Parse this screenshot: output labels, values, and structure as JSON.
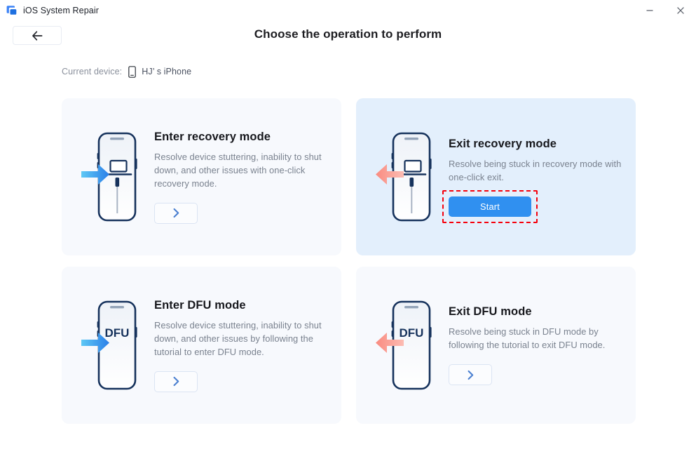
{
  "window": {
    "app_title": "iOS System Repair",
    "logo_icon": "app-logo-icon",
    "minimize_icon": "minimize-icon",
    "close_icon": "close-icon"
  },
  "header": {
    "back_icon": "arrow-left-icon",
    "page_title": "Choose the operation to perform"
  },
  "device": {
    "label": "Current device:",
    "icon": "phone-icon",
    "name": "HJ’ s iPhone"
  },
  "colors": {
    "accent_blue": "#3090f0",
    "card_plain_bg": "#f7f9fd",
    "card_active_bg": "#e3effc",
    "arrow_enter_from": "#5ec8f5",
    "arrow_enter_to": "#2b7fe8",
    "arrow_exit_from": "#f98b80",
    "arrow_exit_to": "#fcbcb3",
    "phone_outline": "#16325c",
    "highlight_red": "#f5000c",
    "title_text": "#17181d",
    "desc_text": "#7a828f"
  },
  "cards": [
    {
      "id": "enter-recovery-mode",
      "title": "Enter recovery mode",
      "desc": "Resolve device stuttering, inability to shut down, and other issues with one-click recovery mode.",
      "tint": "plain",
      "art": "phone-cable-arrow-right",
      "arrow_dir": "right",
      "arrow_color": "blue",
      "screen_label": "",
      "action_type": "chevron",
      "action_label": "",
      "action_icon": "chevron-right-icon",
      "highlighted": false
    },
    {
      "id": "exit-recovery-mode",
      "title": "Exit recovery mode",
      "desc": "Resolve being stuck in recovery mode with one-click exit.",
      "tint": "active",
      "art": "phone-cable-arrow-left",
      "arrow_dir": "left",
      "arrow_color": "pink",
      "screen_label": "",
      "action_type": "start",
      "action_label": "Start",
      "action_icon": "",
      "highlighted": true
    },
    {
      "id": "enter-dfu-mode",
      "title": "Enter DFU mode",
      "desc": "Resolve device stuttering, inability to shut down, and other issues by following the tutorial to enter DFU mode.",
      "tint": "plain",
      "art": "phone-dfu-arrow-right",
      "arrow_dir": "right",
      "arrow_color": "blue",
      "screen_label": "DFU",
      "action_type": "chevron",
      "action_label": "",
      "action_icon": "chevron-right-icon",
      "highlighted": false
    },
    {
      "id": "exit-dfu-mode",
      "title": "Exit DFU mode",
      "desc": "Resolve being stuck in DFU mode by following the tutorial to exit DFU mode.",
      "tint": "plain",
      "art": "phone-dfu-arrow-left",
      "arrow_dir": "left",
      "arrow_color": "pink",
      "screen_label": "DFU",
      "action_type": "chevron",
      "action_label": "",
      "action_icon": "chevron-right-icon",
      "highlighted": false
    }
  ]
}
